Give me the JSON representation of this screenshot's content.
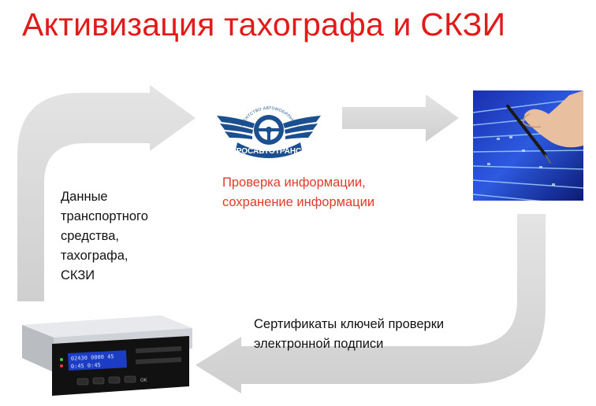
{
  "title": "Активизация тахографа и СКЗИ",
  "labels": {
    "vehicle_data": [
      "Данные",
      "транспортного",
      "средства,",
      "тахографа,",
      "СКЗИ"
    ],
    "check_info": [
      "Проверка информации,",
      "сохранение информации"
    ],
    "certificates": [
      "Сертификаты ключей проверки",
      "электронной подписи"
    ]
  },
  "logo": {
    "ring_text": "АГЕНТСТВО АВТОМОБИЛЬНОГО ТРАНСПОРТА",
    "brand": "РОСАВТОТРАНС"
  },
  "device_display": {
    "line1": "02430 0000 45",
    "line2": "0:45 0:45",
    "ok_label": "OK"
  },
  "colors": {
    "title": "#e11a1a",
    "accent_text": "#e23a2c",
    "arrow": "#d6d6d6",
    "logo_blue": "#1b4f8f"
  }
}
